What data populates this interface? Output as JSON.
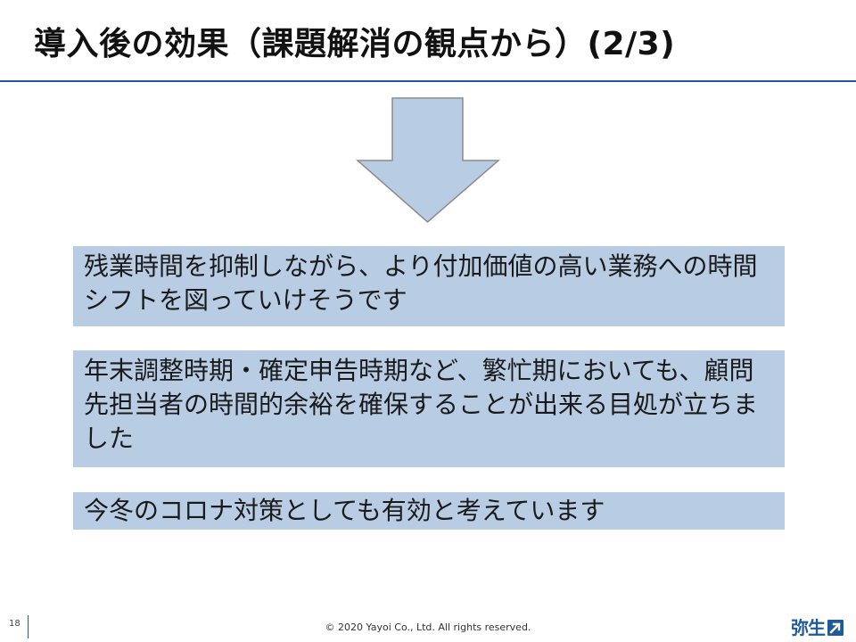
{
  "title": "導入後の効果（課題解消の観点から）(2/3)",
  "boxes": [
    {
      "text": "残業時間を抑制しながら、より付加価値の高い業務への時間シフトを図っていけそうです"
    },
    {
      "text": "年末調整時期・確定申告時期など、繁忙期においても、顧問先担当者の時間的余裕を確保することが出来る目処が立ちました"
    },
    {
      "text": "今冬のコロナ対策としても有効と考えています"
    }
  ],
  "footer": {
    "page_number": "18",
    "copyright": "© 2020 Yayoi Co., Ltd.  All rights reserved.",
    "logo_text": "弥生"
  },
  "colors": {
    "accent": "#1f5a9c",
    "box_fill": "#b8cce4",
    "arrow_fill": "#b8cce4",
    "arrow_stroke": "#8c8c8c"
  },
  "icons": {
    "arrow": "down-arrow-icon",
    "logo_mark": "arrow-up-right-icon"
  }
}
